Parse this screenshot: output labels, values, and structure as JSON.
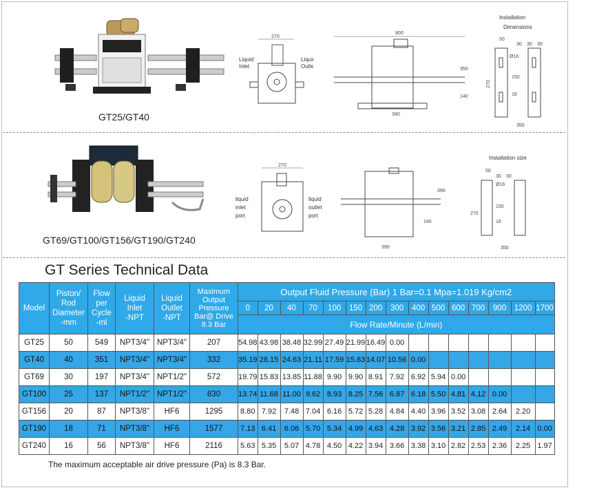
{
  "top": {
    "caption": "GT25/GT40",
    "drawing_labels": {
      "liquid_inlet": [
        "Liquid",
        "Inlet"
      ],
      "liquid_outlet": [
        "Liquid",
        "Outlet"
      ],
      "install_title": [
        "Installation",
        "Dimensions"
      ]
    },
    "dims": {
      "front_width": "270",
      "side_width": "800",
      "side_height": "350",
      "side_sub": "140",
      "side_base": "390",
      "inst_a": "50",
      "inst_b": "30",
      "inst_c": "30",
      "inst_d": "30",
      "inst_hole": "Ø16",
      "inst_h": "270",
      "inst_h2": "150",
      "inst_h3": "18",
      "inst_base": "350"
    }
  },
  "middle": {
    "caption": "GT69/GT100/GT156/GT190/GT240",
    "drawing_labels": {
      "liquid_inlet": [
        "liquid",
        "inlet",
        "port"
      ],
      "liquid_outlet": [
        "liquid",
        "outlet",
        "port"
      ],
      "install_title": "Installation size"
    },
    "dims": {
      "front_width": "270",
      "side_height": "390",
      "side_sub": "140",
      "side_base": "390",
      "inst_a": "50",
      "inst_b": "30",
      "inst_c": "30",
      "inst_hole": "Ø16",
      "inst_h": "270",
      "inst_h2": "150",
      "inst_h3": "16",
      "inst_base": "350"
    }
  },
  "table_title": "GT Series Technical Data",
  "table": {
    "headers": {
      "model": "Model",
      "piston": [
        "Piston/",
        "Rod",
        "Diameter",
        "-mm"
      ],
      "flow": [
        "Flow",
        "per",
        "Cycle",
        "-ml"
      ],
      "inlet": [
        "Liquid",
        "Inlet",
        "-NPT"
      ],
      "outlet": [
        "Liquid",
        "Outlet",
        "-NPT"
      ],
      "maxp": [
        "Maximum",
        "Output",
        "Pressure",
        "Bar@ Drive",
        "8.3 Bar"
      ],
      "output_title": "Output Fluid Pressure (Bar)    1 Bar=0.1 Mpa=1.019 Kg/cm2",
      "pressures": [
        "0",
        "20",
        "40",
        "70",
        "100",
        "150",
        "200",
        "300",
        "400",
        "500",
        "600",
        "700",
        "900",
        "1200",
        "1700"
      ],
      "flow_rate": "Flow Rate/Minute (L/min)"
    },
    "rows": [
      {
        "model": "GT25",
        "piston": "50",
        "flow": "549",
        "inlet": "NPT3/4\"",
        "outlet": "NPT3/4\"",
        "maxp": "207",
        "values": [
          "54.98",
          "43.98",
          "38.48",
          "32.99",
          "27.49",
          "21.99",
          "16.49",
          "0.00",
          "",
          "",
          "",
          "",
          "",
          "",
          ""
        ]
      },
      {
        "model": "GT40",
        "piston": "40",
        "flow": "351",
        "inlet": "NPT3/4\"",
        "outlet": "NPT3/4\"",
        "maxp": "332",
        "values": [
          "35.19",
          "28.15",
          "24.63",
          "21.11",
          "17.59",
          "15.83",
          "14.07",
          "10.56",
          "0.00",
          "",
          "",
          "",
          "",
          "",
          ""
        ]
      },
      {
        "model": "GT69",
        "piston": "30",
        "flow": "197",
        "inlet": "NPT3/4\"",
        "outlet": "NPT1/2\"",
        "maxp": "572",
        "values": [
          "19.79",
          "15.83",
          "13.85",
          "11.88",
          "9.90",
          "9.90",
          "8.91",
          "7.92",
          "6.92",
          "5.94",
          "0.00",
          "",
          "",
          "",
          ""
        ]
      },
      {
        "model": "GT100",
        "piston": "25",
        "flow": "137",
        "inlet": "NPT1/2\"",
        "outlet": "NPT1/2\"",
        "maxp": "830",
        "values": [
          "13.74",
          "11.68",
          "11.00",
          "9.62",
          "8.93",
          "8.25",
          "7.56",
          "6.87",
          "6.18",
          "5.50",
          "4.81",
          "4.12",
          "0.00",
          "",
          ""
        ]
      },
      {
        "model": "GT156",
        "piston": "20",
        "flow": "87",
        "inlet": "NPT3/8\"",
        "outlet": "HF6",
        "maxp": "1295",
        "values": [
          "8.80",
          "7.92",
          "7.48",
          "7.04",
          "6.16",
          "5.72",
          "5.28",
          "4.84",
          "4.40",
          "3.96",
          "3.52",
          "3.08",
          "2.64",
          "2.20",
          ""
        ]
      },
      {
        "model": "GT190",
        "piston": "18",
        "flow": "71",
        "inlet": "NPT3/8\"",
        "outlet": "HF6",
        "maxp": "1577",
        "values": [
          "7.13",
          "6.41",
          "6.06",
          "5.70",
          "5.34",
          "4.99",
          "4.63",
          "4.28",
          "3.92",
          "3.56",
          "3.21",
          "2.85",
          "2.49",
          "2.14",
          "0.00"
        ]
      },
      {
        "model": "GT240",
        "piston": "16",
        "flow": "56",
        "inlet": "NPT3/8\"",
        "outlet": "HF6",
        "maxp": "2116",
        "values": [
          "5.63",
          "5.35",
          "5.07",
          "4.78",
          "4.50",
          "4.22",
          "3.94",
          "3.66",
          "3.38",
          "3.10",
          "2.82",
          "2.53",
          "2.36",
          "2.25",
          "1.97"
        ]
      }
    ]
  },
  "footnote": "The maximum acceptable air drive pressure (Pa) is 8.3 Bar.",
  "colors": {
    "header_blue": "#2fa9e8",
    "alt_row_blue": "#35a6e6"
  }
}
